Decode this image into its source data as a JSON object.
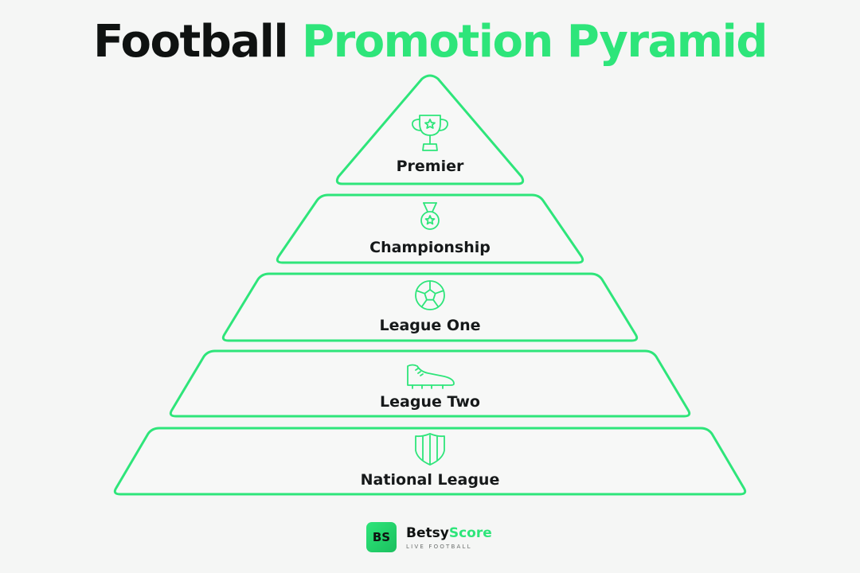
{
  "title": {
    "part1": "Football",
    "part2": "Promotion Pyramid"
  },
  "tiers": [
    {
      "label": "Premier",
      "icon": "trophy-icon"
    },
    {
      "label": "Championship",
      "icon": "medal-icon"
    },
    {
      "label": "League One",
      "icon": "football-icon"
    },
    {
      "label": "League Two",
      "icon": "boot-icon"
    },
    {
      "label": "National League",
      "icon": "shield-icon"
    }
  ],
  "logo": {
    "badge": "BS",
    "brand_part1": "Betsy",
    "brand_part2": "Score",
    "tagline": "LIVE FOOTBALL"
  },
  "colors": {
    "accent": "#2ee57a",
    "text": "#0f1211",
    "background": "#f5f6f5"
  }
}
